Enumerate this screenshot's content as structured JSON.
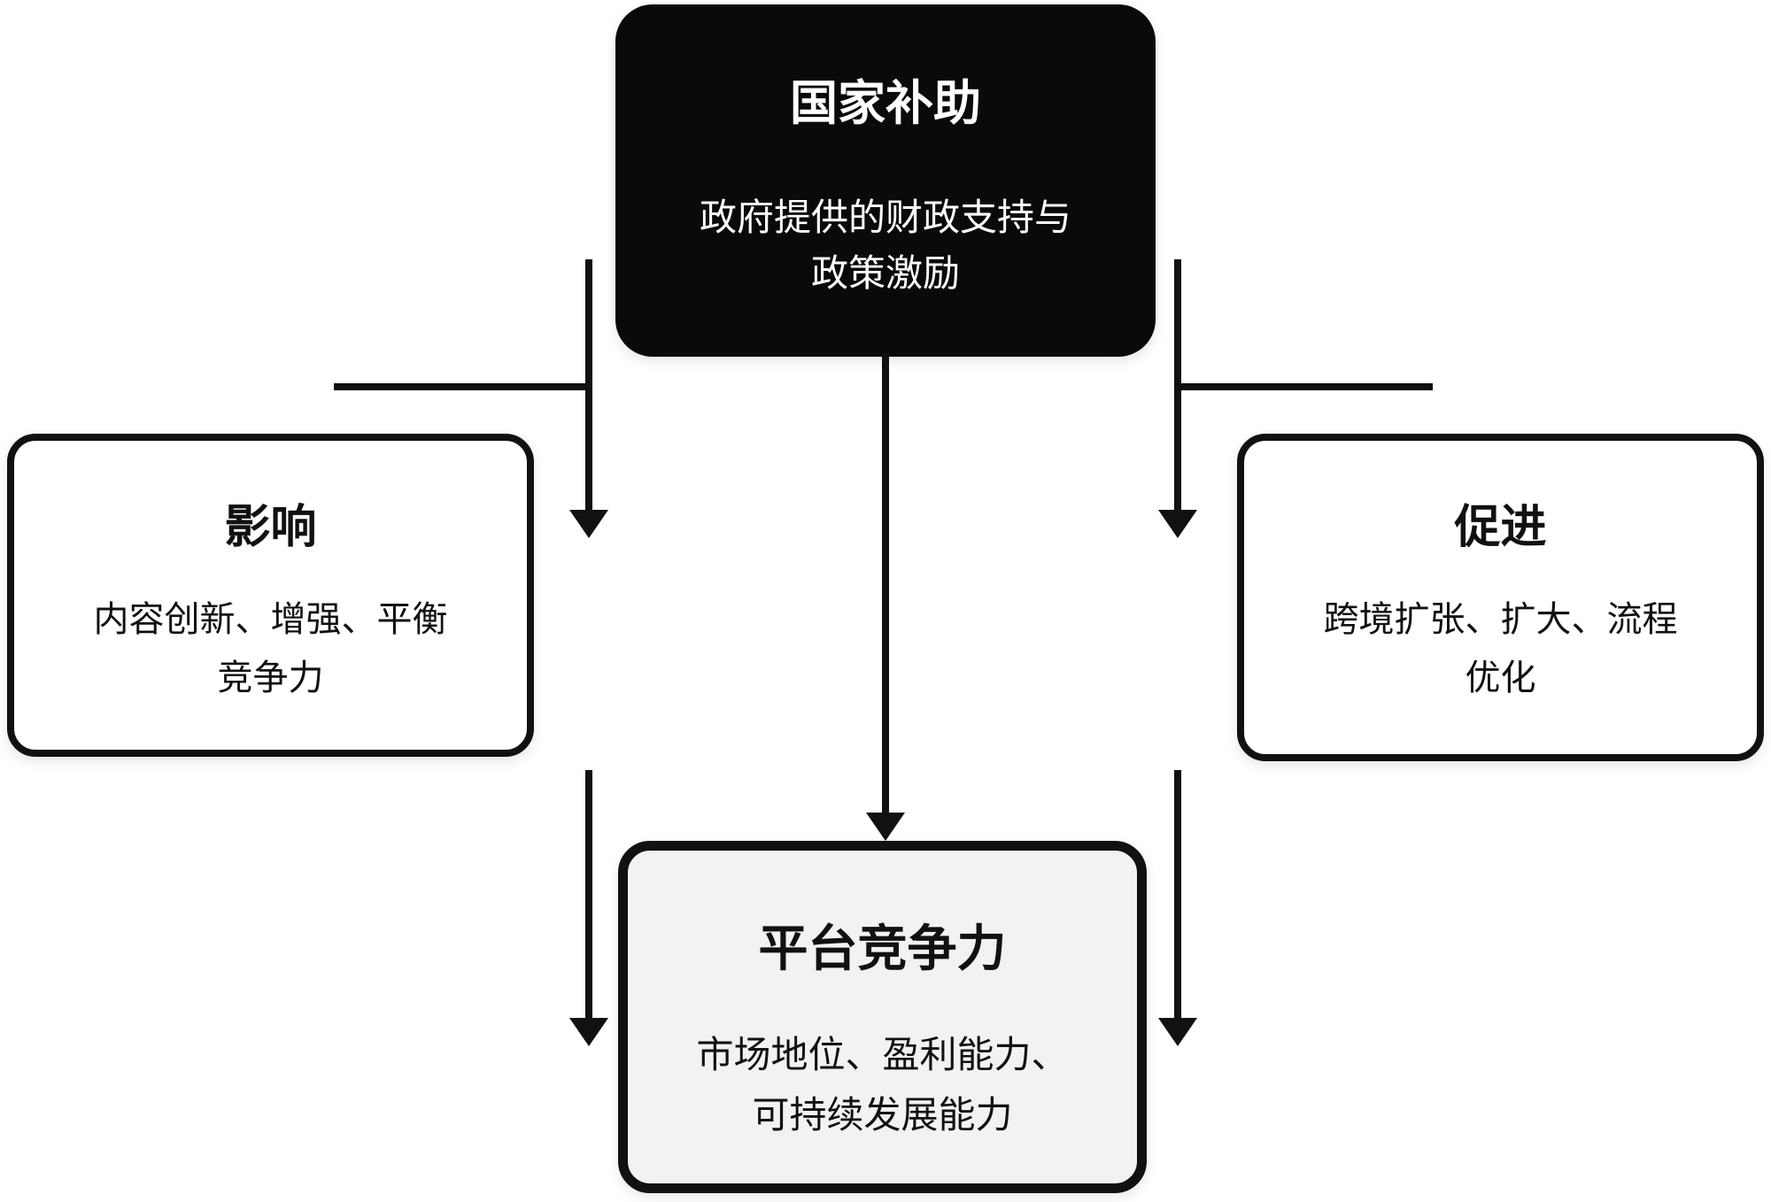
{
  "nodes": {
    "subsidy": {
      "title": "国家补助",
      "line1": "政府提供的财政支持与",
      "line2": "政策激励"
    },
    "impact": {
      "title": "影响",
      "line1": "内容创新、增强、平衡",
      "line2": "竞争力"
    },
    "promote": {
      "title": "促进",
      "line1": "跨境扩张、扩大、流程",
      "line2": "优化"
    },
    "competitiveness": {
      "title": "平台竞争力",
      "line1": "市场地位、盈利能力、",
      "line2": "可持续发展能力"
    }
  },
  "colors": {
    "background": "#ffffff",
    "node_dark_bg": "#0a0a0a",
    "node_dark_text": "#ffffff",
    "node_light_bg": "#ffffff",
    "node_highlight_bg": "#f2f2f2",
    "stroke": "#111111"
  }
}
